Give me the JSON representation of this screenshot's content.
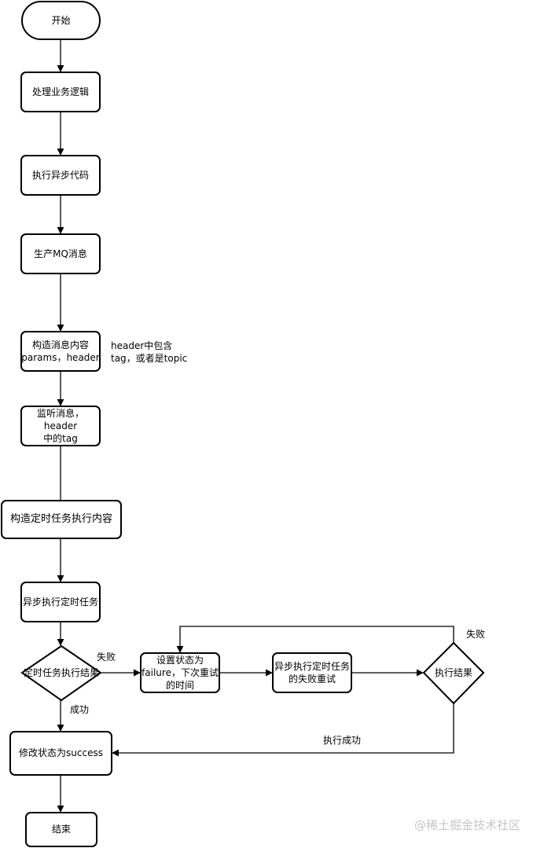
{
  "nodes": {
    "start": "开始",
    "process_logic": "处理业务逻辑",
    "exec_async": "执行异步代码",
    "produce_mq": "生产MQ消息",
    "build_msg": "构造消息内容\nparams，header",
    "listen": "监听消息，header\n中的tag",
    "build_task": "构造定时任务执行内容",
    "async_task": "异步执行定时任务",
    "result_check": "定时任务执行结果",
    "set_failure": "设置状态为\nfailure，下次重试\n的时间",
    "retry": "异步执行定时任务\n的失败重试",
    "exec_result": "执行结果",
    "set_success": "修改状态为success",
    "end": "结束"
  },
  "notes": {
    "header_note": "header中包含\ntag，或者是topic"
  },
  "edge_labels": {
    "fail_1": "失败",
    "success_1": "成功",
    "fail_2": "失败",
    "exec_success": "执行成功"
  },
  "watermark": "@稀土掘金技术社区"
}
